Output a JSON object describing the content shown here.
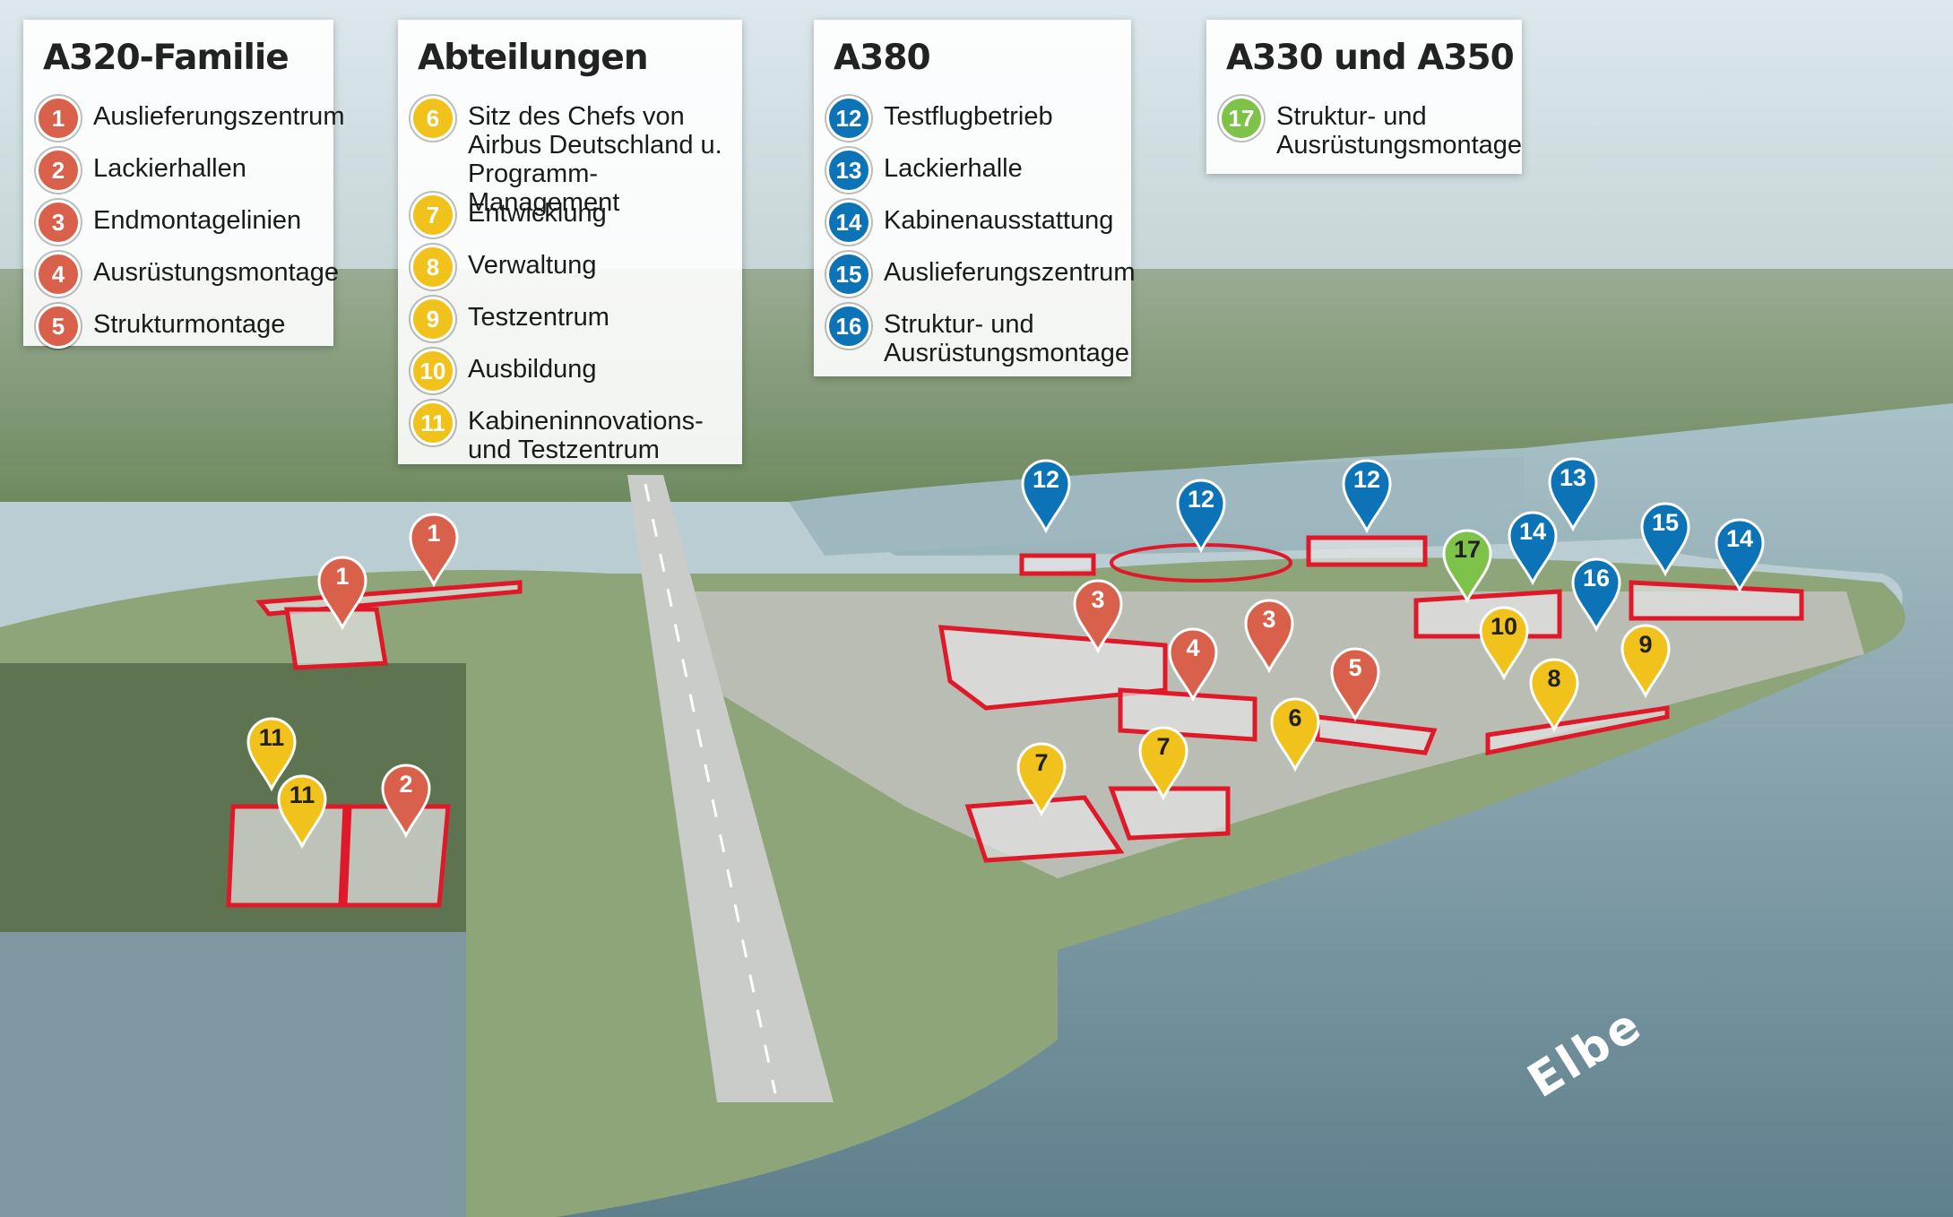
{
  "colors": {
    "orange": "#d9604a",
    "yellow": "#f1c21b",
    "blue": "#0b73b6",
    "green": "#7fc24a",
    "outline": "#e0192a"
  },
  "legends": [
    {
      "title": "A320-Familie",
      "color": "orange",
      "items": [
        {
          "num": "1",
          "label": "Auslieferungszentrum"
        },
        {
          "num": "2",
          "label": "Lackierhallen"
        },
        {
          "num": "3",
          "label": "Endmontagelinien"
        },
        {
          "num": "4",
          "label": "Ausrüstungsmontage"
        },
        {
          "num": "5",
          "label": "Strukturmontage"
        }
      ]
    },
    {
      "title": "Abteilungen",
      "color": "yellow",
      "items": [
        {
          "num": "6",
          "label": "Sitz des Chefs von Airbus Deutschland u. Programm-Management"
        },
        {
          "num": "7",
          "label": "Entwicklung"
        },
        {
          "num": "8",
          "label": "Verwaltung"
        },
        {
          "num": "9",
          "label": "Testzentrum"
        },
        {
          "num": "10",
          "label": "Ausbildung"
        },
        {
          "num": "11",
          "label": "Kabineninnovations- und Testzentrum"
        }
      ]
    },
    {
      "title": "A380",
      "color": "blue",
      "items": [
        {
          "num": "12",
          "label": "Testflugbetrieb"
        },
        {
          "num": "13",
          "label": "Lackierhalle"
        },
        {
          "num": "14",
          "label": "Kabinenausstattung"
        },
        {
          "num": "15",
          "label": "Auslieferungszentrum"
        },
        {
          "num": "16",
          "label": "Struktur- und Ausrüstungsmontage"
        }
      ]
    },
    {
      "title": "A330 und A350",
      "color": "green",
      "items": [
        {
          "num": "17",
          "label": "Struktur- und Ausrüstungsmontage"
        }
      ]
    }
  ],
  "map": {
    "water_label": "Elbe",
    "pins": [
      {
        "num": "1",
        "color": "orange"
      },
      {
        "num": "1",
        "color": "orange"
      },
      {
        "num": "2",
        "color": "orange"
      },
      {
        "num": "3",
        "color": "orange"
      },
      {
        "num": "3",
        "color": "orange"
      },
      {
        "num": "4",
        "color": "orange"
      },
      {
        "num": "5",
        "color": "orange"
      },
      {
        "num": "6",
        "color": "yellow"
      },
      {
        "num": "7",
        "color": "yellow"
      },
      {
        "num": "7",
        "color": "yellow"
      },
      {
        "num": "8",
        "color": "yellow"
      },
      {
        "num": "9",
        "color": "yellow"
      },
      {
        "num": "10",
        "color": "yellow"
      },
      {
        "num": "11",
        "color": "yellow"
      },
      {
        "num": "11",
        "color": "yellow"
      },
      {
        "num": "12",
        "color": "blue"
      },
      {
        "num": "12",
        "color": "blue"
      },
      {
        "num": "12",
        "color": "blue"
      },
      {
        "num": "13",
        "color": "blue"
      },
      {
        "num": "14",
        "color": "blue"
      },
      {
        "num": "14",
        "color": "blue"
      },
      {
        "num": "15",
        "color": "blue"
      },
      {
        "num": "16",
        "color": "blue"
      },
      {
        "num": "17",
        "color": "green"
      }
    ]
  }
}
